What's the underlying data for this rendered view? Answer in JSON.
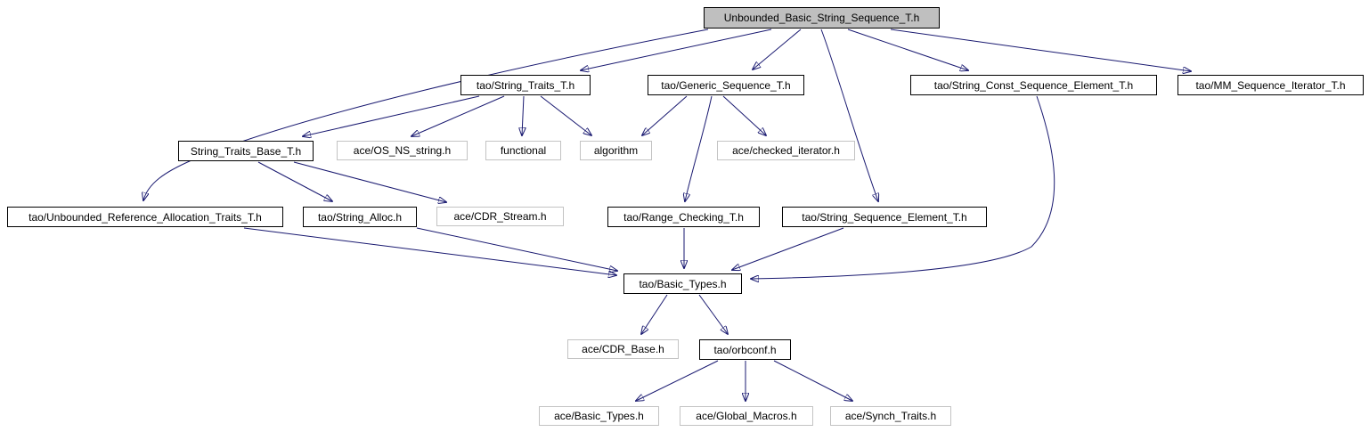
{
  "diagram": {
    "type": "include-dependency-graph",
    "colors": {
      "edge": "#191970",
      "current_node_fill": "#bfbfbf",
      "linked_node_border": "#000000",
      "external_node_border": "#c3c3c3",
      "background": "#ffffff"
    },
    "nodes": [
      {
        "id": "root",
        "label": "Unbounded_Basic_String_Sequence_T.h",
        "style": "current"
      },
      {
        "id": "string-traits",
        "label": "tao/String_Traits_T.h",
        "style": "linked"
      },
      {
        "id": "generic-sequence",
        "label": "tao/Generic_Sequence_T.h",
        "style": "linked"
      },
      {
        "id": "string-const-seq-elem",
        "label": "tao/String_Const_Sequence_Element_T.h",
        "style": "linked"
      },
      {
        "id": "mm-seq-iter",
        "label": "tao/MM_Sequence_Iterator_T.h",
        "style": "linked"
      },
      {
        "id": "string-traits-base",
        "label": "String_Traits_Base_T.h",
        "style": "linked"
      },
      {
        "id": "os-ns-string",
        "label": "ace/OS_NS_string.h",
        "style": "external"
      },
      {
        "id": "functional",
        "label": "functional",
        "style": "external"
      },
      {
        "id": "algorithm",
        "label": "algorithm",
        "style": "external"
      },
      {
        "id": "checked-iterator",
        "label": "ace/checked_iterator.h",
        "style": "external"
      },
      {
        "id": "unbounded-ref",
        "label": "tao/Unbounded_Reference_Allocation_Traits_T.h",
        "style": "linked"
      },
      {
        "id": "string-alloc",
        "label": "tao/String_Alloc.h",
        "style": "linked"
      },
      {
        "id": "cdr-stream",
        "label": "ace/CDR_Stream.h",
        "style": "external"
      },
      {
        "id": "range-checking",
        "label": "tao/Range_Checking_T.h",
        "style": "linked"
      },
      {
        "id": "string-seq-elem",
        "label": "tao/String_Sequence_Element_T.h",
        "style": "linked"
      },
      {
        "id": "basic-types",
        "label": "tao/Basic_Types.h",
        "style": "linked"
      },
      {
        "id": "cdr-base",
        "label": "ace/CDR_Base.h",
        "style": "external"
      },
      {
        "id": "orbconf",
        "label": "tao/orbconf.h",
        "style": "linked"
      },
      {
        "id": "ace-basic-types",
        "label": "ace/Basic_Types.h",
        "style": "external"
      },
      {
        "id": "global-macros",
        "label": "ace/Global_Macros.h",
        "style": "external"
      },
      {
        "id": "synch-traits",
        "label": "ace/Synch_Traits.h",
        "style": "external"
      }
    ],
    "edges": [
      {
        "from": "Unbounded_Basic_String_Sequence_T.h",
        "to": "tao/String_Traits_T.h"
      },
      {
        "from": "Unbounded_Basic_String_Sequence_T.h",
        "to": "tao/Generic_Sequence_T.h"
      },
      {
        "from": "Unbounded_Basic_String_Sequence_T.h",
        "to": "tao/String_Sequence_Element_T.h"
      },
      {
        "from": "Unbounded_Basic_String_Sequence_T.h",
        "to": "tao/String_Const_Sequence_Element_T.h"
      },
      {
        "from": "Unbounded_Basic_String_Sequence_T.h",
        "to": "tao/MM_Sequence_Iterator_T.h"
      },
      {
        "from": "Unbounded_Basic_String_Sequence_T.h",
        "to": "tao/Unbounded_Reference_Allocation_Traits_T.h"
      },
      {
        "from": "tao/String_Traits_T.h",
        "to": "String_Traits_Base_T.h"
      },
      {
        "from": "tao/String_Traits_T.h",
        "to": "ace/OS_NS_string.h"
      },
      {
        "from": "tao/String_Traits_T.h",
        "to": "functional"
      },
      {
        "from": "tao/String_Traits_T.h",
        "to": "algorithm"
      },
      {
        "from": "tao/Generic_Sequence_T.h",
        "to": "algorithm"
      },
      {
        "from": "tao/Generic_Sequence_T.h",
        "to": "ace/checked_iterator.h"
      },
      {
        "from": "tao/Generic_Sequence_T.h",
        "to": "tao/Range_Checking_T.h"
      },
      {
        "from": "String_Traits_Base_T.h",
        "to": "tao/String_Alloc.h"
      },
      {
        "from": "String_Traits_Base_T.h",
        "to": "ace/CDR_Stream.h"
      },
      {
        "from": "tao/Unbounded_Reference_Allocation_Traits_T.h",
        "to": "tao/Basic_Types.h"
      },
      {
        "from": "tao/String_Alloc.h",
        "to": "tao/Basic_Types.h"
      },
      {
        "from": "tao/Range_Checking_T.h",
        "to": "tao/Basic_Types.h"
      },
      {
        "from": "tao/String_Sequence_Element_T.h",
        "to": "tao/Basic_Types.h"
      },
      {
        "from": "tao/String_Const_Sequence_Element_T.h",
        "to": "tao/Basic_Types.h"
      },
      {
        "from": "tao/Basic_Types.h",
        "to": "ace/CDR_Base.h"
      },
      {
        "from": "tao/Basic_Types.h",
        "to": "tao/orbconf.h"
      },
      {
        "from": "tao/orbconf.h",
        "to": "ace/Basic_Types.h"
      },
      {
        "from": "tao/orbconf.h",
        "to": "ace/Global_Macros.h"
      },
      {
        "from": "tao/orbconf.h",
        "to": "ace/Synch_Traits.h"
      }
    ]
  }
}
